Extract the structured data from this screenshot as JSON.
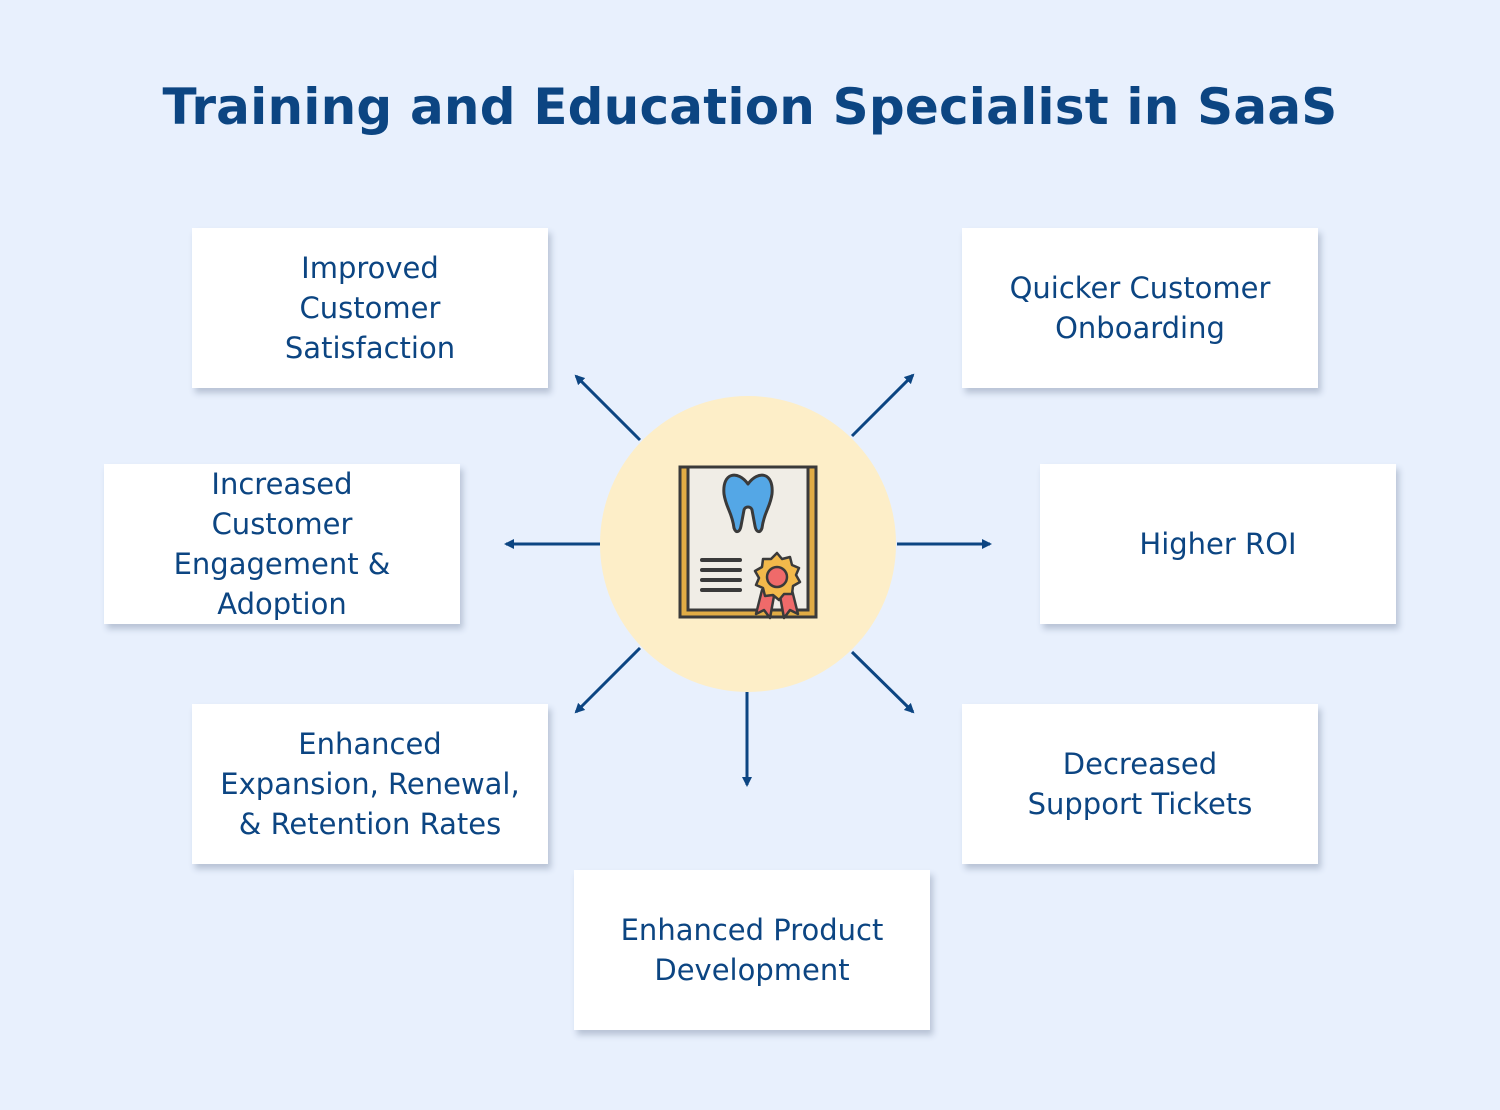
{
  "title": "Training and Education Specialist in SaaS",
  "center": {
    "icon": "dental-certificate-icon"
  },
  "benefits": [
    "Improved\nCustomer\nSatisfaction",
    "Quicker Customer\nOnboarding",
    "Increased\nCustomer\nEngagement &\nAdoption",
    "Higher ROI",
    "Enhanced\nExpansion, Renewal,\n& Retention Rates",
    "Decreased\nSupport Tickets",
    "Enhanced Product\nDevelopment"
  ],
  "colors": {
    "background": "#e8f0fd",
    "text": "#0c4582",
    "arrow": "#0c4582",
    "hub": "#fdeec8",
    "box": "#ffffff"
  }
}
